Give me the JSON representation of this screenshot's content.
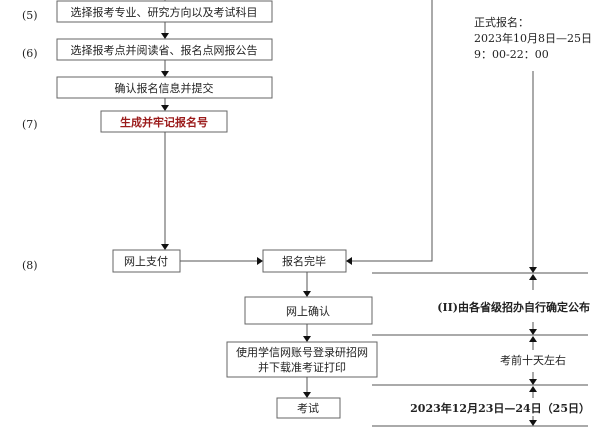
{
  "steps": {
    "s5_label": "(5)",
    "s5_text": "选择报考专业、研究方向以及考试科目",
    "s6_label": "(6)",
    "s6_text": "选择报考点并阅读省、报名点网报公告",
    "confirm_text": "确认报名信息并提交",
    "s7_label": "(7)",
    "s7_text": "生成并牢记报名号",
    "s8_label": "(8)",
    "pay_text": "网上支付",
    "done_text": "报名完毕",
    "online_confirm_text": "网上确认",
    "print_line1": "使用学信网账号登录研招网",
    "print_line2": "并下载准考证打印",
    "exam_text": "考试"
  },
  "timeline": {
    "reg_title": "正式报名：",
    "reg_dates": "2023年10月8日—25日",
    "reg_hours": "9：00-22：00",
    "confirm_note": "(II)由各省级招办自行确定公布",
    "print_note": "考前十天左右",
    "exam_dates": "2023年12月23日—24日（25日）"
  },
  "colors": {
    "highlight": "#9b1b1b"
  }
}
